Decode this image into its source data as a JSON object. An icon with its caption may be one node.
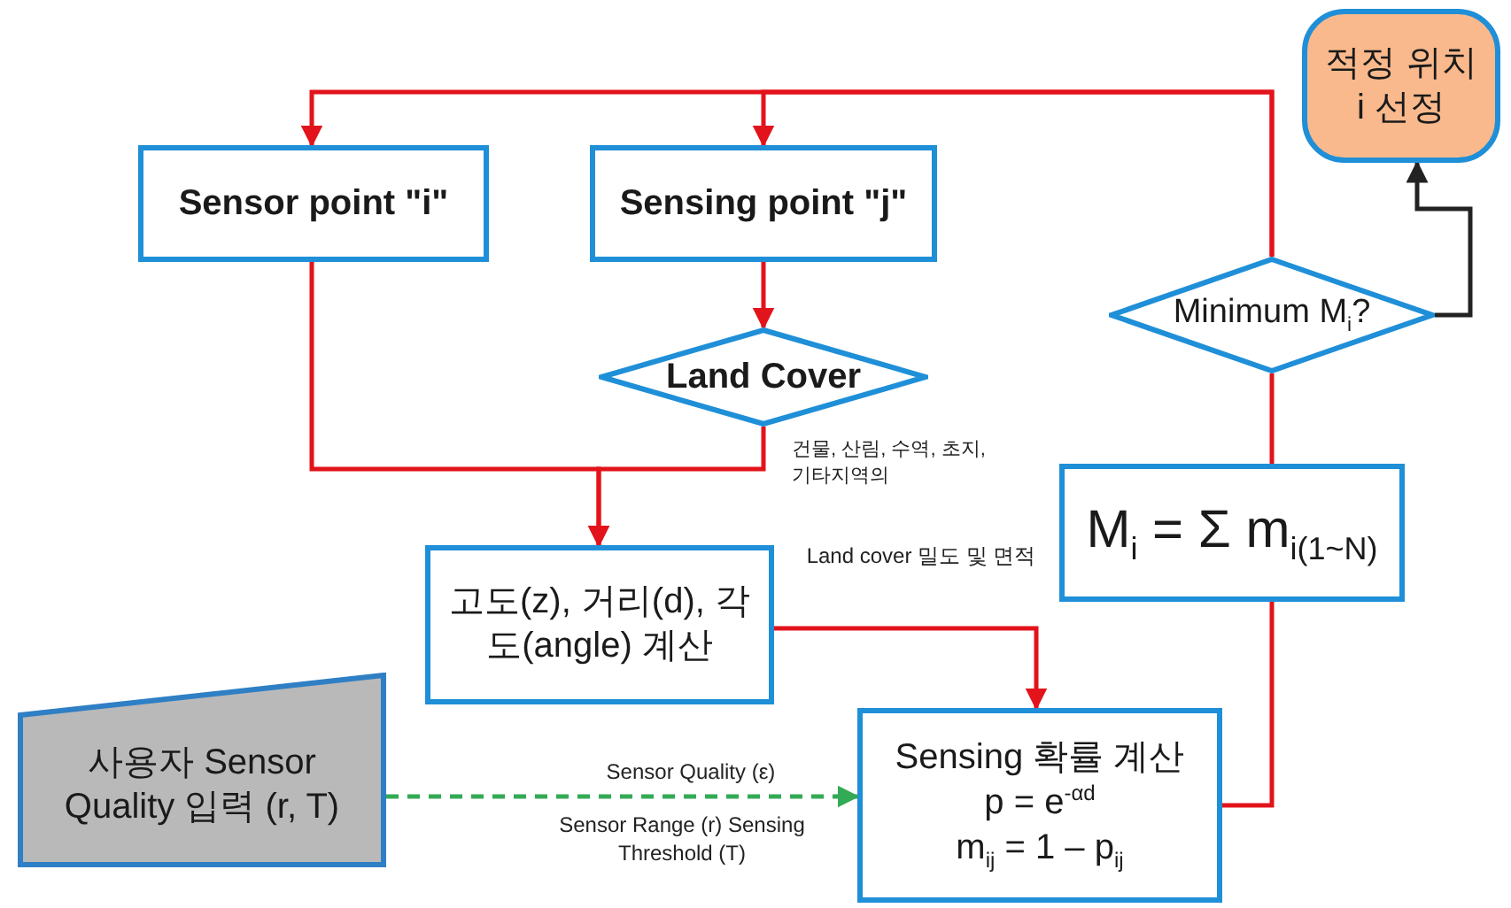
{
  "diagram": {
    "nodes": [
      {
        "text": [
          "Sensor point \"i\""
        ]
      },
      {
        "text": [
          "Sensing point \"j\""
        ]
      },
      {
        "text": [
          "Land Cover"
        ],
        "beside": [
          "건물, 산림, 수역, 초지, 기타지역의"
        ]
      },
      {
        "text": [
          "고도(z), 거리(d), 각도(angle) 계산"
        ]
      },
      {
        "text": [
          "사용자 Sensor Quality 입력 (r, T)"
        ]
      },
      {
        "text": [
          "Sensing 확률 계산",
          "p = e$^{-αd}$",
          "m$_{ij}$ = 1 – p$_{ij}$"
        ]
      },
      {
        "text": [
          "M$_{i}$ = Σ m$_{i(1~N)}$"
        ]
      },
      {
        "text": [
          "Minimum M$_{i}$?"
        ]
      },
      {
        "text": [
          "적정 위치 i 선정"
        ]
      }
    ],
    "edges": [
      {
        "from": 0,
        "to": 3,
        "arrow": "to"
      },
      {
        "from": 1,
        "to": 2,
        "arrow": "to"
      },
      {
        "from": 2,
        "to": 3,
        "arrow": "to"
      },
      {
        "from": 3,
        "to": 5,
        "arrow": "to",
        "label": "Land cover 밀도 및 면적"
      },
      {
        "from": 4,
        "to": 5,
        "arrow": "to",
        "label": "Sensor Quality (ε)",
        "style": "dashed",
        "color": "#33aa55"
      },
      {
        "from": 5,
        "to": 6,
        "arrow": "none"
      },
      {
        "from": 6,
        "to": 7,
        "arrow": "none"
      },
      {
        "from": 7,
        "to": 0,
        "arrow": "to"
      },
      {
        "from": 7,
        "to": 1,
        "arrow": "to"
      },
      {
        "from": 7,
        "to": 8,
        "arrow": "to",
        "color": "#222222"
      }
    ],
    "labels": [
      "Sensor Range (r) Sensing Threshold (T)"
    ]
  }
}
